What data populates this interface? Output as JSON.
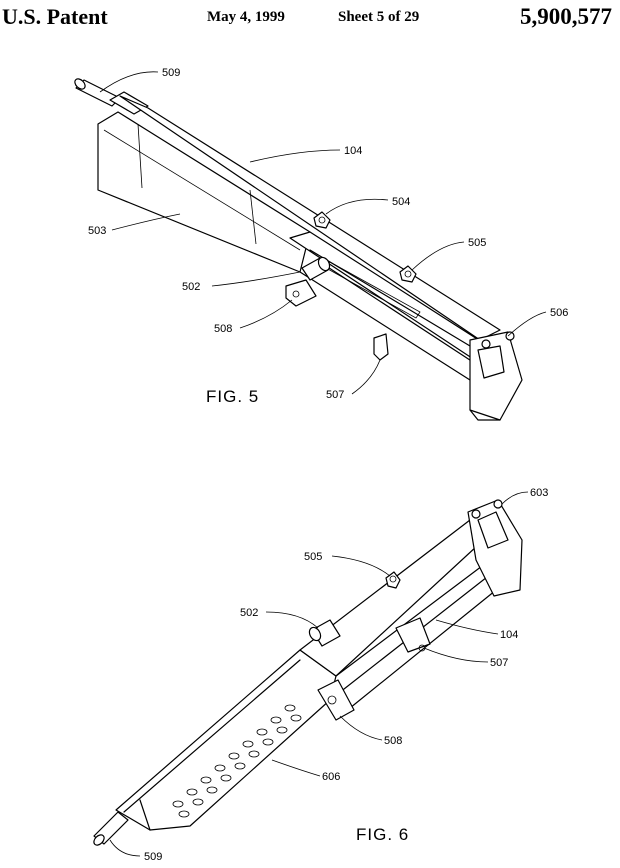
{
  "header": {
    "left": "U.S. Patent",
    "date": "May 4, 1999",
    "sheet": "Sheet 5 of 29",
    "patent_number": "5,900,577"
  },
  "figures": [
    {
      "caption": "FIG. 5",
      "refs": {
        "r509": "509",
        "r104": "104",
        "r504": "504",
        "r503": "503",
        "r505": "505",
        "r502": "502",
        "r506": "506",
        "r508": "508",
        "r507": "507"
      }
    },
    {
      "caption": "FIG. 6",
      "refs": {
        "r603": "603",
        "r505": "505",
        "r502": "502",
        "r104": "104",
        "r507": "507",
        "r508": "508",
        "r606": "606",
        "r509": "509"
      }
    }
  ]
}
